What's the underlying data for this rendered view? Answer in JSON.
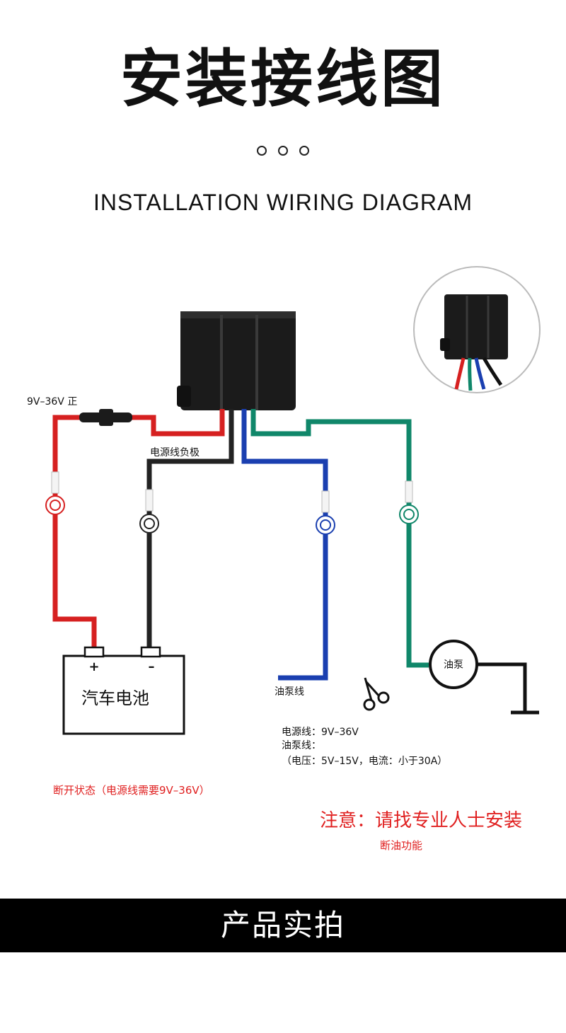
{
  "title": "安装接线图",
  "subtitle": "INSTALLATION WIRING DIAGRAM",
  "labels": {
    "power_positive": "9V–36V 正",
    "power_negative": "电源线负极",
    "battery": "汽车电池",
    "battery_plus": "+",
    "battery_minus": "–",
    "pump_wire": "油泵线",
    "pump": "油泵"
  },
  "specs": {
    "line1": "电源线：9V–36V",
    "line2": "油泵线：",
    "line3": "（电压：5V–15V，电流：小于30A）"
  },
  "status_note": "断开状态（电源线需要9V–36V）",
  "warning": "注意：请找专业人士安装",
  "function_note": "断油功能",
  "banner": "产品实拍",
  "colors": {
    "red_wire": "#d62020",
    "black_wire": "#222222",
    "blue_wire": "#1a3fb0",
    "green_wire": "#10876a",
    "relay_body": "#1b1b1b",
    "note_red": "#e02020"
  },
  "icons": {
    "scissors": "scissors-icon"
  }
}
